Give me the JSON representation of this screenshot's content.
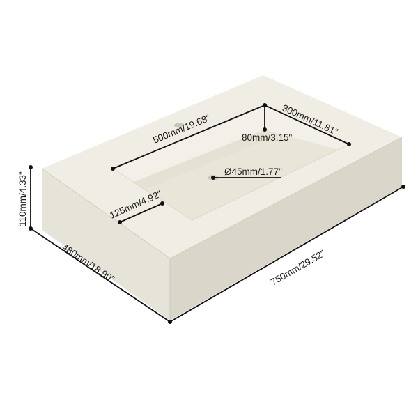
{
  "colors": {
    "top_face": "#efede4",
    "basin_floor": "#e9e6d9",
    "basin_back_wall": "#f2f0e8",
    "basin_left_wall": "#ddd9ca",
    "front_face": "#e6e3d8",
    "side_face": "#dad6ca",
    "dimension_line": "#111111",
    "background": "#ffffff"
  },
  "dimensions": {
    "basin_length": "500mm/19.68\"",
    "basin_width": "300mm/11.81\"",
    "basin_depth": "80mm/3.15\"",
    "drain_diameter": "Ø45mm/1.77\"",
    "left_ledge": "125mm/4.92\"",
    "overall_height": "110mm/4.33\"",
    "overall_depth": "480mm/18.90\"",
    "overall_length": "750mm/29.52\""
  }
}
